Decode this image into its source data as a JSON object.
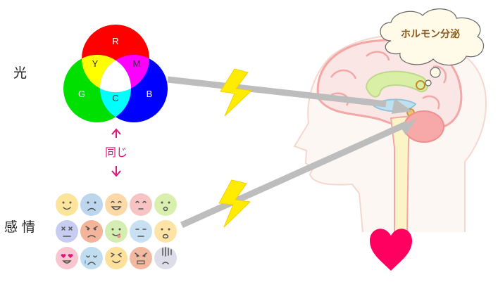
{
  "labels": {
    "light": "光",
    "same": "同じ",
    "emotion": "感 情",
    "hormone": "ホルモン分泌"
  },
  "color_wheel": {
    "red": "R",
    "green": "G",
    "blue": "B",
    "yellow": "Y",
    "magenta": "M",
    "cyan": "C"
  },
  "colors": {
    "red": "#ff0000",
    "green": "#00e000",
    "blue": "#0000ff",
    "yellow": "#ffff00",
    "magenta": "#ff00ff",
    "cyan": "#00ffff",
    "arrow_pink": "#e0157a",
    "heart": "#ff0060",
    "lightning": "#ffec00",
    "link_gray": "#bdbdbd",
    "brain_pink": "#f6a9a9",
    "hormone_text": "#8a5a1a"
  },
  "emotion_faces": [
    {
      "expression": "smile",
      "color": "#fde49b"
    },
    {
      "expression": "sad",
      "color": "#bcd6ee"
    },
    {
      "expression": "grin",
      "color": "#fcd9a6"
    },
    {
      "expression": "shy",
      "color": "#f7c4c4"
    },
    {
      "expression": "surprised",
      "color": "#d9efae"
    },
    {
      "expression": "dizzy",
      "color": "#c7cdf0"
    },
    {
      "expression": "angry",
      "color": "#f3b49a"
    },
    {
      "expression": "tongue",
      "color": "#d4edb1"
    },
    {
      "expression": "meh",
      "color": "#c7e1f2"
    },
    {
      "expression": "worried",
      "color": "#fde3a4"
    },
    {
      "expression": "love",
      "color": "#f7c6d0"
    },
    {
      "expression": "crying",
      "color": "#c0dcef"
    },
    {
      "expression": "happy",
      "color": "#fde19b"
    },
    {
      "expression": "furious",
      "color": "#f3b9a0"
    },
    {
      "expression": "gloomy",
      "color": "#dcdde8"
    }
  ]
}
